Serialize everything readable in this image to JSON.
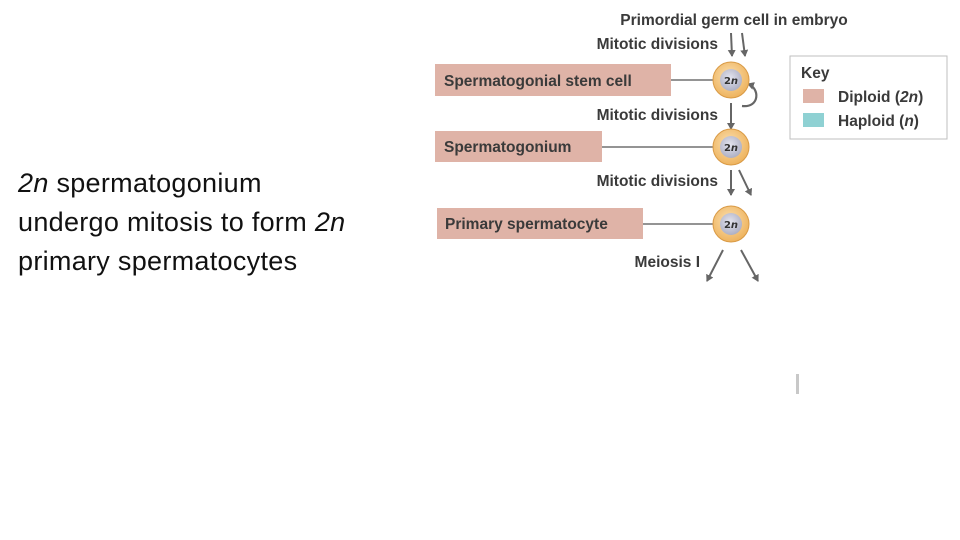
{
  "caption": {
    "prefix_italic": "2n",
    "line1_rest": " spermatogonium",
    "line2": "undergo mitosis to form ",
    "line2_italic": "2n",
    "line3": "primary spermatocytes"
  },
  "diagram": {
    "top_label": "Primordial germ cell in embryo",
    "divisions": [
      "Mitotic divisions",
      "Mitotic divisions",
      "Mitotic divisions"
    ],
    "meiosis_label": "Meiosis I",
    "stages": [
      {
        "label": "Spermatogonial stem cell",
        "ploidy": "2n"
      },
      {
        "label": "Spermatogonium",
        "ploidy": "2n"
      },
      {
        "label": "Primary spermatocyte",
        "ploidy": "2n"
      }
    ],
    "cell_number": "2",
    "cell_italic": "n"
  },
  "key": {
    "title": "Key",
    "diploid_text": "Diploid (",
    "diploid_italic": "2n",
    "diploid_close": ")",
    "haploid_text": "Haploid (",
    "haploid_italic": "n",
    "haploid_close": ")"
  },
  "colors": {
    "diploid": "#dfb3a7",
    "haploid": "#8fd1d3",
    "cell_outer": "#f2c27a",
    "cell_inner": "#c9c9d6",
    "arrow": "#666666"
  }
}
